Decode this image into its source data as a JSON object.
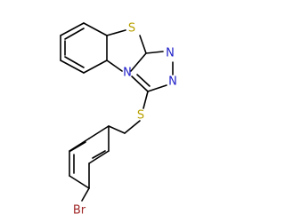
{
  "molecule": {
    "atoms": {
      "s_thiazole": {
        "symbol": "S",
        "color": "#b8a000"
      },
      "s_thioether": {
        "symbol": "S",
        "color": "#b8a000"
      },
      "n_fused": {
        "symbol": "N",
        "color": "#1c1cc8"
      },
      "n_triazole_1": {
        "symbol": "N",
        "color": "#1c1cc8"
      },
      "n_triazole_2": {
        "symbol": "N",
        "color": "#1c1cc8"
      },
      "br": {
        "symbol": "Br",
        "color": "#a02828"
      }
    },
    "bond_color": "#000000"
  }
}
